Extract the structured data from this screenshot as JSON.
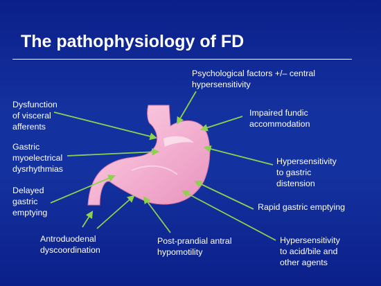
{
  "title": "The pathophysiology of FD",
  "labels": {
    "psychological": "Psychological factors +/– central\nhypersensitivity",
    "visceral": "Dysfunction\nof visceral\nafferents",
    "fundic": "Impaired fundic\naccommodation",
    "myoelectrical": "Gastric\nmyoelectrical\ndysrhythmias",
    "distension": "Hypersensitivity\nto gastric\ndistension",
    "delayed": "Delayed\ngastric\nemptying",
    "rapid": "Rapid gastric emptying",
    "antroduodenal": "Antroduodenal\ndyscoordination",
    "antral": "Post-prandial antral\nhypomotility",
    "acid": "Hypersensitivity\nto acid/bile and\nother agents"
  },
  "colors": {
    "background": "#14329f",
    "text": "#ffffff",
    "arrow": "#8fd14f",
    "stomach": "#f4b3d2"
  }
}
